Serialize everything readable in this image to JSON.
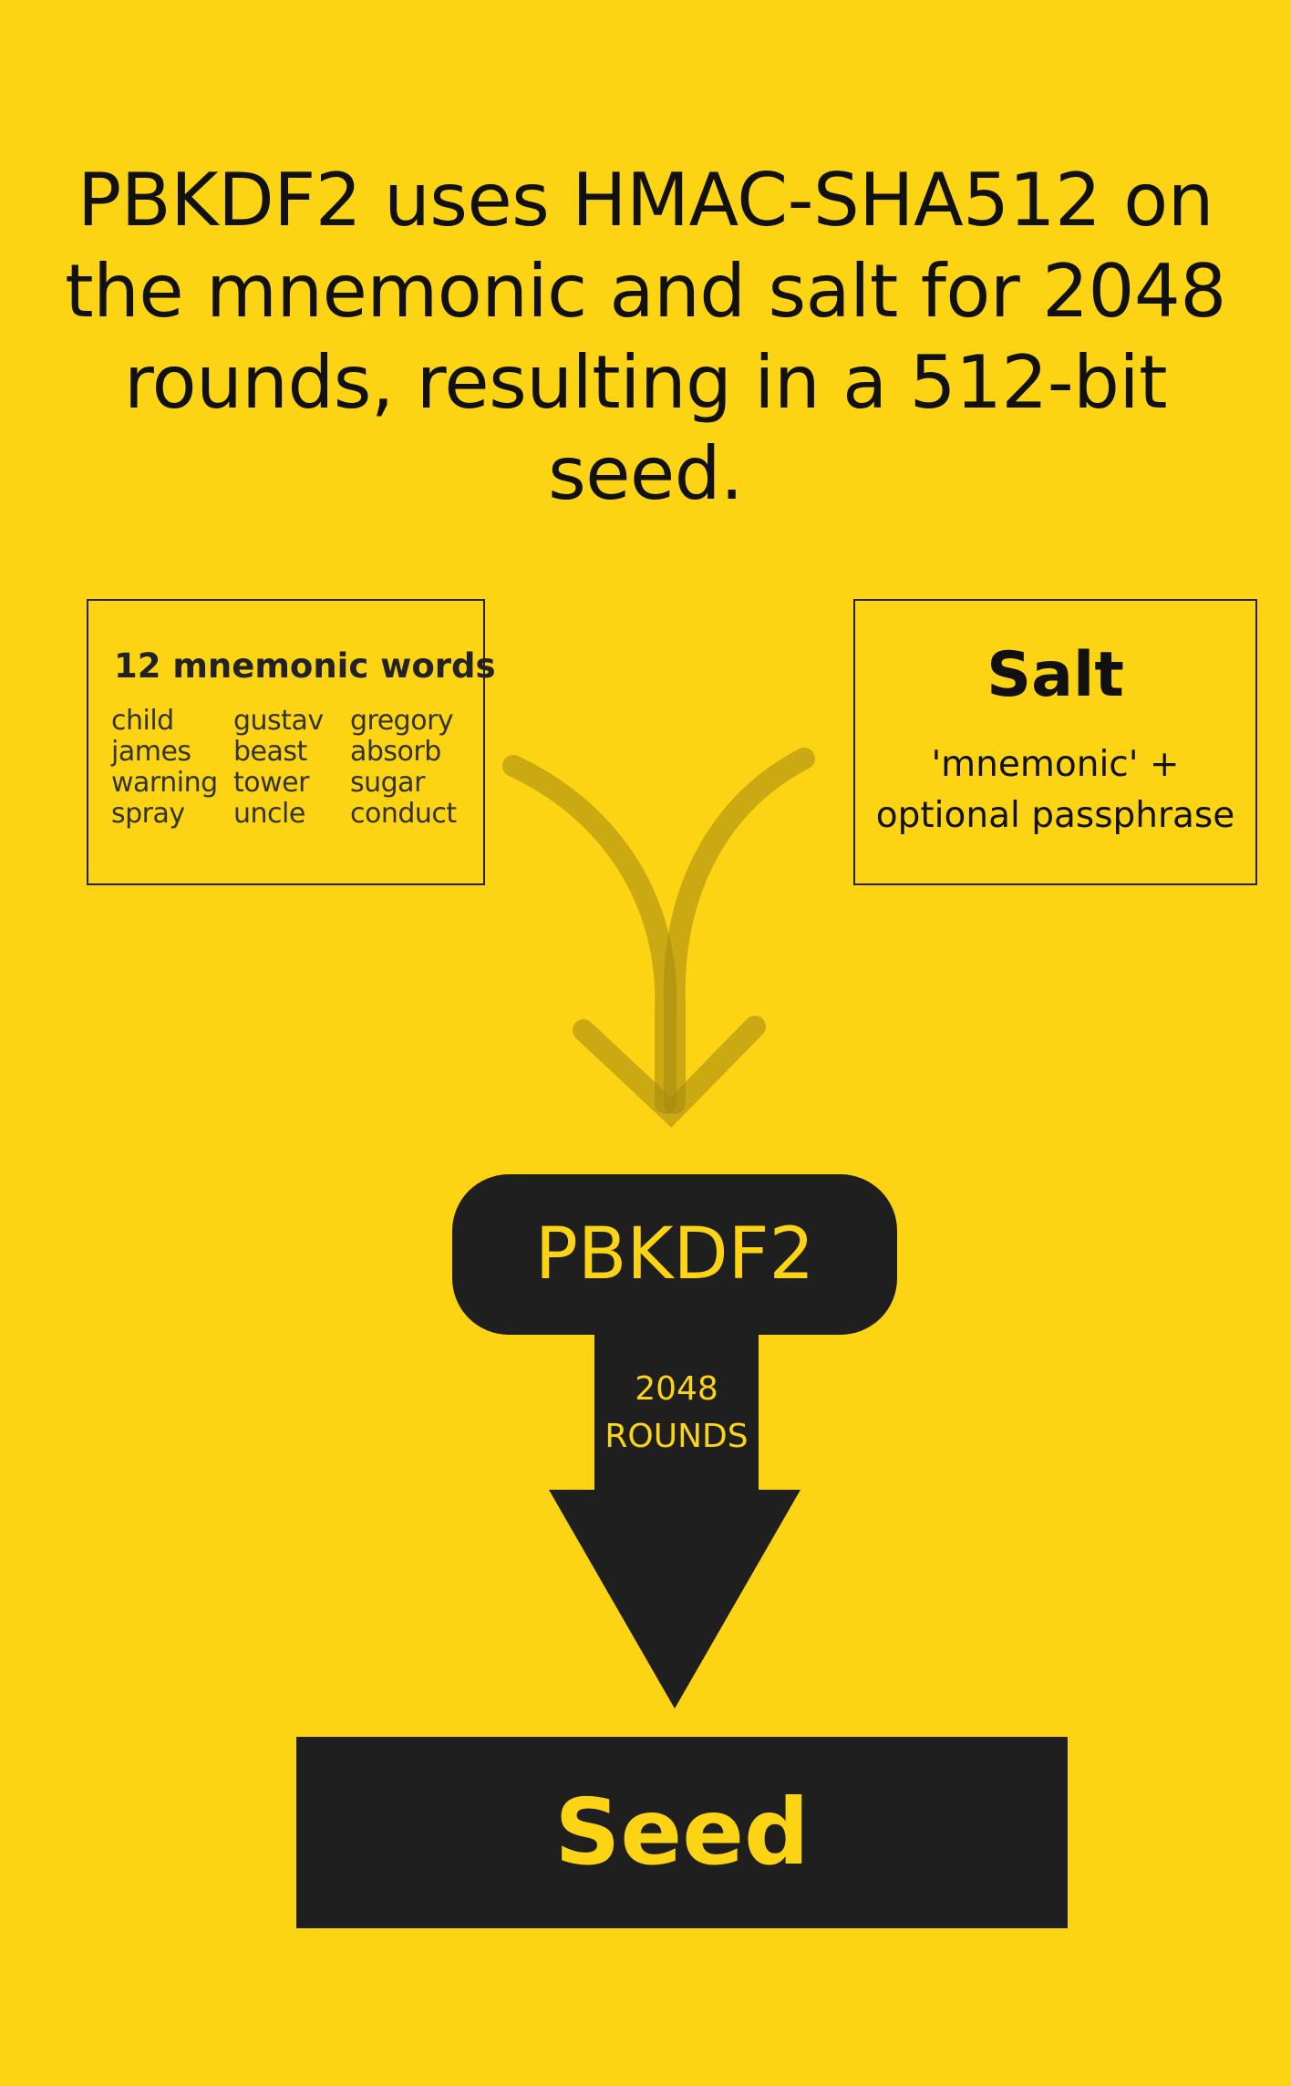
{
  "headline": {
    "line1": "PBKDF2 uses HMAC-SHA512 on",
    "line2": "the mnemonic and salt for 2048",
    "line3": "rounds, resulting in a 512-bit seed."
  },
  "mnemonic_box": {
    "title": "12 mnemonic words",
    "words": [
      "child",
      "gustav",
      "gregory",
      "james",
      "beast",
      "absorb",
      "warning",
      "tower",
      "sugar",
      "spray",
      "uncle",
      "conduct"
    ]
  },
  "salt_box": {
    "title": "Salt",
    "line1": "'mnemonic' +",
    "line2": "optional passphrase"
  },
  "process": {
    "label": "PBKDF2",
    "rounds_line1": "2048",
    "rounds_line2": "ROUNDS"
  },
  "output": {
    "label": "Seed"
  },
  "colors": {
    "background": "#fcd414",
    "dark": "#1f1f1f",
    "arrow": "#a88c10"
  }
}
